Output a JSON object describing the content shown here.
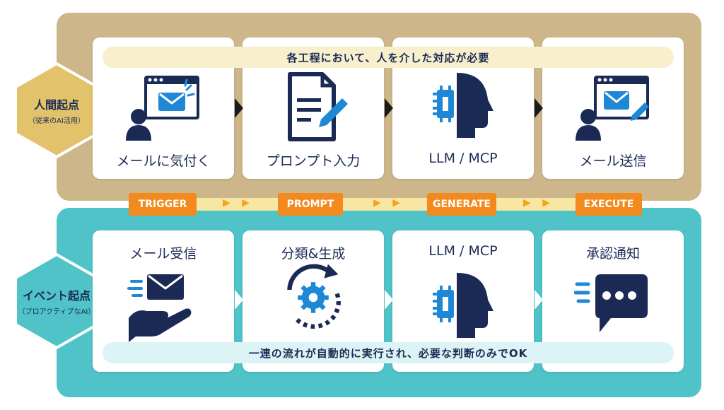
{
  "colors": {
    "navy": "#1b2a55",
    "blue": "#1e88d6",
    "orange": "#f28a1e",
    "tan": "#cdb78a",
    "teal": "#4fc3c8",
    "gold": "#e2c26b"
  },
  "human": {
    "title": "人間起点",
    "subtitle": "（従来のAI活用）",
    "banner": "各工程において、人を介した対応が必要",
    "cards": [
      {
        "label": "メールに気付く",
        "icon": "user-mail-window-icon"
      },
      {
        "label": "プロンプト入力",
        "icon": "document-pen-icon"
      },
      {
        "label": "LLM / MCP",
        "icon": "chip-head-icon"
      },
      {
        "label": "メール送信",
        "icon": "user-mail-send-icon"
      }
    ]
  },
  "event": {
    "title": "イベント起点",
    "subtitle": "（プロアクティブなAI）",
    "banner": "一連の流れが自動的に実行され、必要な判断のみでOK",
    "cards": [
      {
        "label": "メール受信",
        "icon": "hand-mail-icon"
      },
      {
        "label": "分類&生成",
        "icon": "cycle-gear-icon"
      },
      {
        "label": "LLM / MCP",
        "icon": "chip-head-icon"
      },
      {
        "label": "承認通知",
        "icon": "chat-bubble-icon"
      }
    ]
  },
  "stages": [
    "TRIGGER",
    "PROMPT",
    "GENERATE",
    "EXECUTE"
  ],
  "stage_arrows": "▶ ▶"
}
